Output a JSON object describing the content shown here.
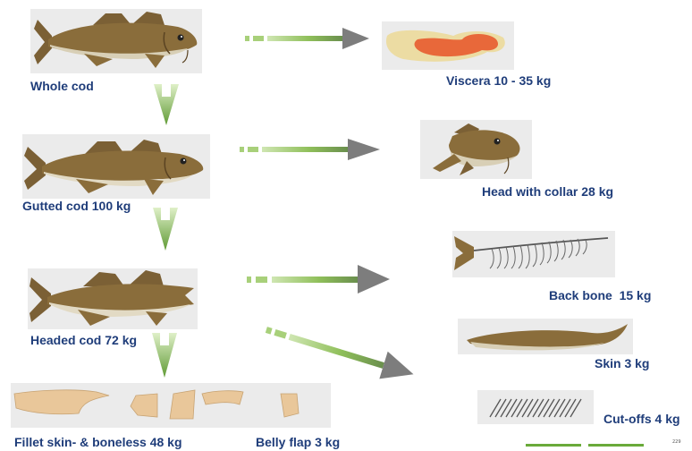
{
  "colors": {
    "label_text": "#1f3d7a",
    "arrow_green": "#8fbf5a",
    "arrow_gray": "#7d7d7d",
    "panel_bg": "#ebebeb",
    "fish_brown": "#8a6d3b",
    "viscera_orange": "#e8683a",
    "viscera_cream": "#ecdca3",
    "fillet_tan": "#e9c79a",
    "footer_green": "#6aaa3a"
  },
  "stages": [
    {
      "label": "Whole cod",
      "icon": "whole-cod-fish"
    },
    {
      "label": "Gutted cod 100 kg",
      "icon": "gutted-cod-fish"
    },
    {
      "label": "Headed cod 72 kg",
      "icon": "headed-cod-fish"
    }
  ],
  "fillet_products": [
    {
      "label": "Fillet skin- & boneless 48 kg",
      "icon": "fillet-pieces"
    },
    {
      "label": "Belly flap 3 kg",
      "icon": "belly-flap-piece"
    }
  ],
  "byproducts": [
    {
      "label": "Viscera 10 - 35 kg",
      "icon": "viscera"
    },
    {
      "label": "Head with collar 28 kg",
      "icon": "fish-head"
    },
    {
      "label": "Back bone  15 kg",
      "icon": "back-bone"
    },
    {
      "label": "Skin 3 kg",
      "icon": "fish-skin"
    },
    {
      "label": "Cut-offs 4 kg",
      "icon": "cut-offs"
    }
  ],
  "footer_page_number": "229"
}
